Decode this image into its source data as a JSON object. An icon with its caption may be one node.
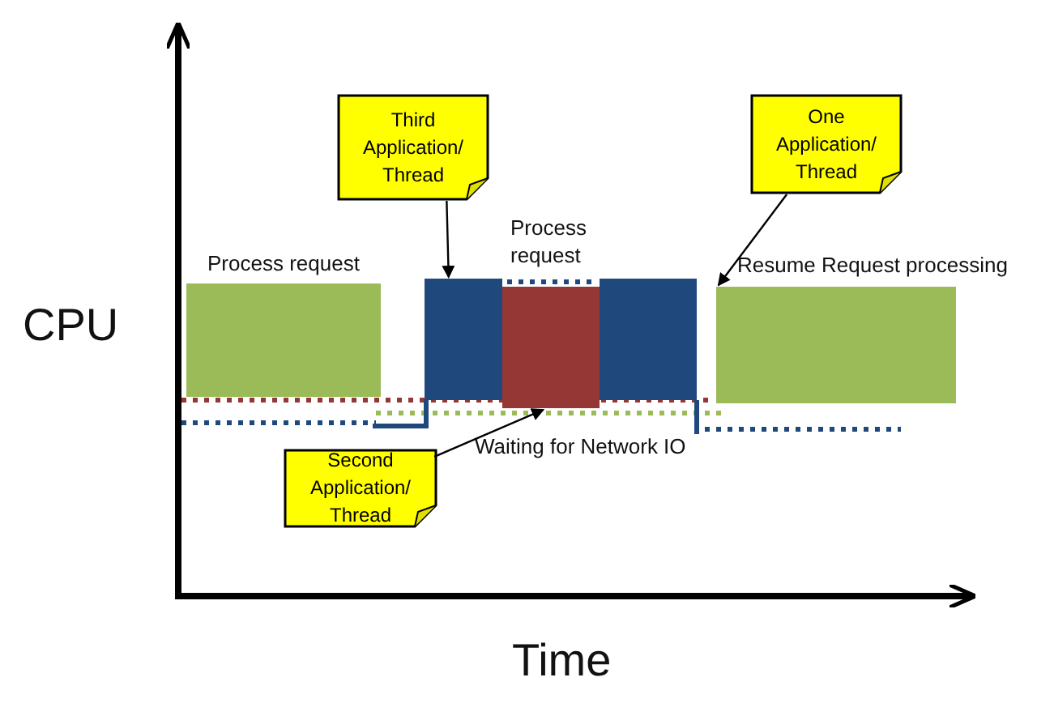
{
  "diagram": {
    "nodes": [
      {
        "text": [
          "Third Application/ Thread"
        ]
      },
      {
        "text": [
          "One Application/ Thread"
        ]
      },
      {
        "text": [
          "Second Application/ Thread"
        ]
      },
      {
        "text": [
          "Process request"
        ]
      },
      {
        "text": [],
        "shape": "box"
      },
      {
        "text": [
          "Process request"
        ]
      },
      {
        "text": [],
        "shape": "box"
      },
      {
        "text": [
          "Resume Request processing"
        ]
      }
    ],
    "edges": [
      {
        "from": 0,
        "to": 4,
        "arrow": "to"
      },
      {
        "from": 1,
        "to": 7,
        "arrow": "to"
      },
      {
        "from": 2,
        "to": 5,
        "arrow": "to"
      }
    ],
    "labels": [
      "CPU",
      "Waiting for Network IO",
      "Time"
    ]
  }
}
